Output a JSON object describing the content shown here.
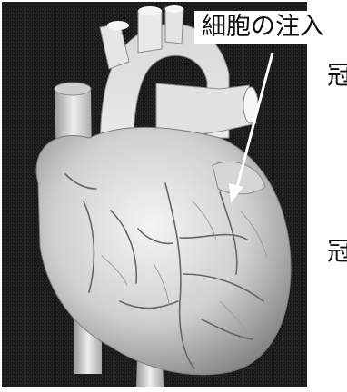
{
  "figure": {
    "callout_text": "細胞の注入",
    "side_label_top": "冠",
    "side_label_bottom": "冠",
    "colors": {
      "background": "#1a1a1a",
      "heart_light": "#eeeeee",
      "heart_shadow": "#8a8a8a",
      "arrow": "#ffffff"
    }
  }
}
